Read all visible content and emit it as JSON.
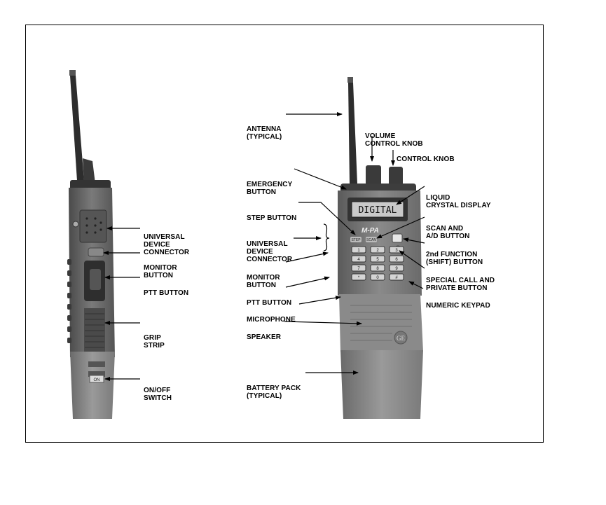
{
  "left_callouts": [
    {
      "id": "udc-left",
      "lines": [
        "UNIVERSAL",
        "DEVICE",
        "CONNECTOR"
      ]
    },
    {
      "id": "monitor-left",
      "lines": [
        "MONITOR",
        "BUTTON"
      ]
    },
    {
      "id": "ptt-left",
      "lines": [
        "PTT BUTTON"
      ]
    },
    {
      "id": "grip",
      "lines": [
        "GRIP",
        "STRIP"
      ]
    },
    {
      "id": "onoff",
      "lines": [
        "ON/OFF",
        "SWITCH"
      ]
    }
  ],
  "right_callouts": [
    {
      "id": "antenna",
      "lines": [
        "ANTENNA",
        "(TYPICAL)"
      ]
    },
    {
      "id": "volume",
      "lines": [
        "VOLUME",
        "CONTROL KNOB"
      ]
    },
    {
      "id": "control",
      "lines": [
        "CONTROL KNOB"
      ]
    },
    {
      "id": "emergency",
      "lines": [
        "EMERGENCY",
        "BUTTON"
      ]
    },
    {
      "id": "lcd",
      "lines": [
        "LIQUID",
        "CRYSTAL DISPLAY"
      ]
    },
    {
      "id": "step",
      "lines": [
        "STEP BUTTON"
      ]
    },
    {
      "id": "scan",
      "lines": [
        "SCAN AND",
        "A/D BUTTON"
      ]
    },
    {
      "id": "udc-right",
      "lines": [
        "UNIVERSAL",
        "DEVICE",
        "CONNECTOR"
      ]
    },
    {
      "id": "second",
      "lines": [
        "2nd FUNCTION",
        "(SHIFT) BUTTON"
      ]
    },
    {
      "id": "monitor-right",
      "lines": [
        "MONITOR",
        "BUTTON"
      ]
    },
    {
      "id": "special",
      "lines": [
        "SPECIAL CALL AND",
        "PRIVATE BUTTON"
      ]
    },
    {
      "id": "ptt-right",
      "lines": [
        "PTT BUTTON"
      ]
    },
    {
      "id": "keypad",
      "lines": [
        "NUMERIC KEYPAD"
      ]
    },
    {
      "id": "mic",
      "lines": [
        "MICROPHONE"
      ]
    },
    {
      "id": "speaker",
      "lines": [
        "SPEAKER"
      ]
    },
    {
      "id": "battery",
      "lines": [
        "BATTERY PACK",
        "(TYPICAL)"
      ]
    }
  ],
  "device_markings": {
    "display_text": "DIGITAL",
    "brand_text": "M-PA",
    "left_keys": [
      "STEP",
      "SCAN"
    ],
    "keypad_keys": [
      "1",
      "2",
      "3",
      "4",
      "5",
      "6",
      "7",
      "8",
      "9",
      "*",
      "0",
      "#"
    ],
    "onoff_text": "ON"
  },
  "colors": {
    "radio_dark": "#3a3a3a",
    "radio_mid": "#6e6e6e",
    "radio_light": "#9a9a9a",
    "ink": "#000000"
  }
}
